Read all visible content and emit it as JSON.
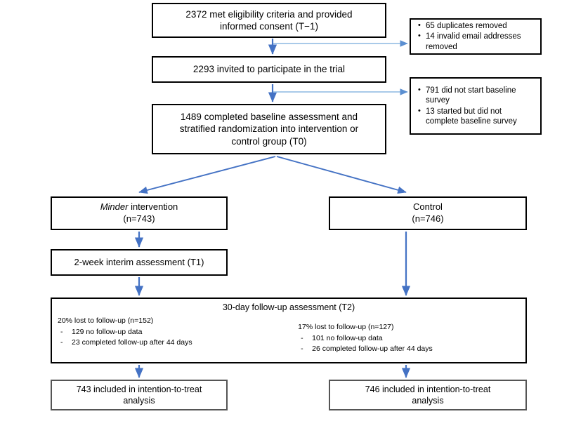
{
  "diagram": {
    "title": "CONSORT participant flow diagram",
    "colors": {
      "arrow_dark": "#4472C4",
      "arrow_light": "#9DC3E6",
      "box_border": "#3F3F3F",
      "box_border_thin": "#595959",
      "background": "#FFFFFF",
      "text": "#000000"
    }
  },
  "nodes": {
    "eligibility": {
      "text": "2372 met eligibility criteria and provided\ninformed consent (T−1)"
    },
    "invited": {
      "text": "2293 invited to participate in the trial"
    },
    "baseline": {
      "text": "1489 completed baseline assessment and\nstratified randomization into intervention or\ncontrol group (T0)"
    },
    "duplicates_removed": {
      "bullets": [
        "65 duplicates removed",
        "14 invalid email addresses removed"
      ]
    },
    "not_started": {
      "bullets": [
        "791 did not start baseline survey",
        "13 started but did not complete baseline survey"
      ]
    },
    "minder": {
      "name_italic": "Minder",
      "name_rest": " intervention",
      "count": "(n=743)"
    },
    "control": {
      "name": "Control",
      "count": "(n=746)"
    },
    "interim": {
      "text": "2-week interim assessment (T1)"
    },
    "followup": {
      "title": "30-day follow-up assessment (T2)",
      "left": {
        "heading": "20% lost to follow-up (n=152)",
        "items": [
          "129 no follow-up data",
          "23 completed follow-up after 44 days"
        ]
      },
      "right": {
        "heading": "17% lost to follow-up (n=127)",
        "items": [
          "101 no follow-up data",
          "26 completed follow-up after 44 days"
        ]
      }
    },
    "itt_left": {
      "text": "743 included in intention-to-treat\nanalysis"
    },
    "itt_right": {
      "text": "746 included in intention-to-treat\nanalysis"
    }
  },
  "connectors": [
    {
      "name": "eligibility-to-invited",
      "type": "arrow-down"
    },
    {
      "name": "eligibility-to-duplicates",
      "type": "arrow-right"
    },
    {
      "name": "invited-to-baseline",
      "type": "arrow-down"
    },
    {
      "name": "invited-to-notstarted",
      "type": "arrow-right"
    },
    {
      "name": "baseline-to-minder",
      "type": "arrow-diagonal-left"
    },
    {
      "name": "baseline-to-control",
      "type": "arrow-diagonal-right"
    },
    {
      "name": "minder-to-interim",
      "type": "arrow-down"
    },
    {
      "name": "interim-to-followup",
      "type": "arrow-down"
    },
    {
      "name": "control-to-followup",
      "type": "arrow-down"
    },
    {
      "name": "followup-to-itt-left",
      "type": "arrow-down"
    },
    {
      "name": "followup-to-itt-right",
      "type": "arrow-down"
    }
  ]
}
